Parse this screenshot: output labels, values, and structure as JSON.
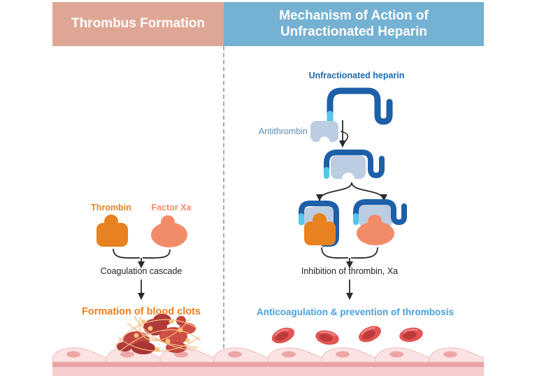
{
  "headers": {
    "left_title": "Thrombus Formation",
    "right_title": "Mechanism of Action of Unfractionated Heparin"
  },
  "left_panel": {
    "thrombin_label": "Thrombin",
    "factor_xa_label": "Factor Xa",
    "cascade_label": "Coagulation cascade",
    "outcome_label": "Formation of blood clots"
  },
  "right_panel": {
    "heparin_label": "Unfractionated heparin",
    "antithrombin_label": "Antithrombin",
    "inhibition_label": "Inhibition of thrombin, Xa",
    "outcome_label": "Anticoagulation & prevention of thrombosis"
  },
  "icons": {
    "heparin": "heparin-strand-icon",
    "antithrombin": "antithrombin-blob-icon",
    "thrombin": "thrombin-blob-icon",
    "factor_xa": "factor-xa-blob-icon",
    "blood_clot": "blood-clot-icon",
    "red_blood_cell": "red-blood-cell-icon",
    "vessel_wall": "vessel-wall-icon"
  },
  "colors": {
    "left_header_bg": "#dea795",
    "right_header_bg": "#74b1d3",
    "header_text": "#ffffff",
    "thrombin_orange": "#e8811f",
    "factor_xa_salmon": "#f28c68",
    "antithrombin_fill": "#bccde2",
    "heparin_dark_blue": "#1d5fa9",
    "heparin_light_tip": "#56c6ea",
    "heparin_label_blue": "#1c6aae",
    "antithrombin_label_blue": "#5c8db4",
    "outcome_orange": "#f07d1e",
    "outcome_blue": "#49a1db",
    "arrow_black": "#2a2a2a",
    "rbc_red": "#e25555",
    "vessel_cell_pink": "#fbe3e3",
    "vessel_stripe_pink": "#e9a2a2"
  }
}
